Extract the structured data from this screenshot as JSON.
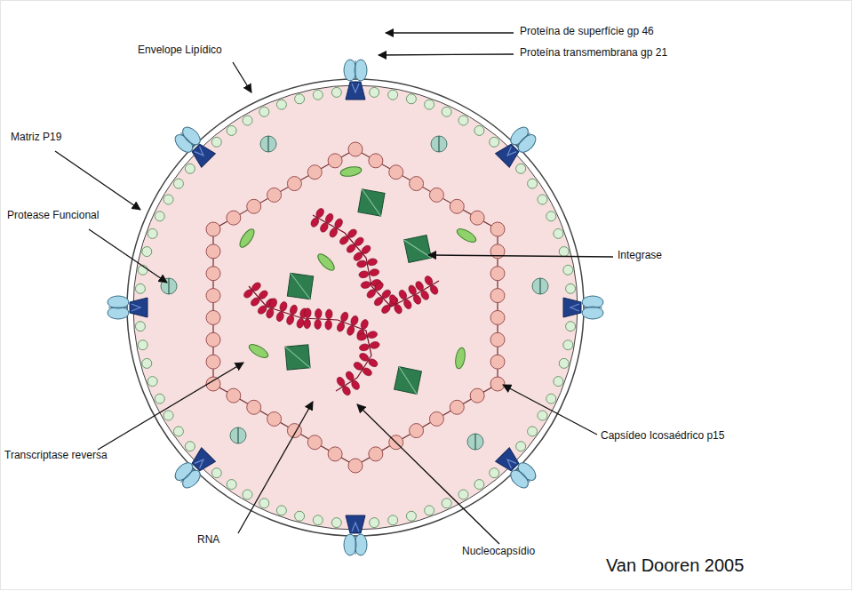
{
  "diagram": {
    "labels": [
      "Proteína de superfície gp 46",
      "Proteína transmembrana gp 21",
      "Envelope Lipídico",
      "Matriz P19",
      "Protease Funcional",
      "Integrase",
      "Transcriptase reversa",
      "Capsídeo Icosaédrico p15",
      "RNA",
      "Nucleocapsídio",
      "Van Dooren 2005"
    ]
  }
}
